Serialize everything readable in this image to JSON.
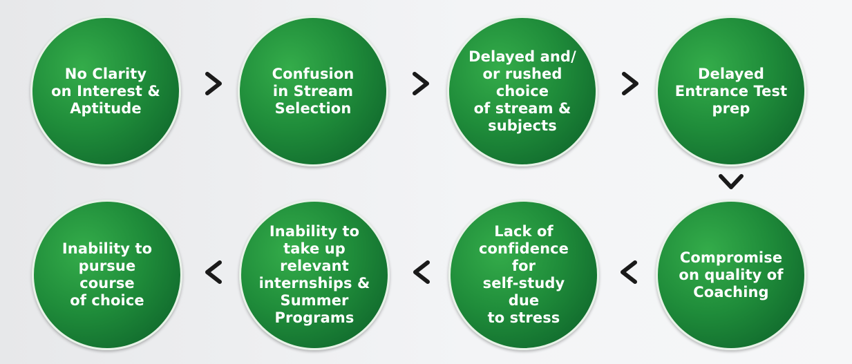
{
  "diagram": {
    "nodes": [
      {
        "label": "No Clarity\non Interest &\nAptitude"
      },
      {
        "label": "Confusion\nin Stream\nSelection"
      },
      {
        "label": "Delayed and/\nor rushed choice\nof stream &\nsubjects"
      },
      {
        "label": "Delayed\nEntrance Test\nprep"
      },
      {
        "label": "Compromise\non quality of\nCoaching"
      },
      {
        "label": "Lack of\nconfidence for\nself-study due\nto stress"
      },
      {
        "label": "Inability to\ntake up relevant\ninternships &\nSummer\nPrograms"
      },
      {
        "label": "Inability to\npursue course\nof choice"
      }
    ],
    "colors": {
      "node_fill": "#1f8c3a",
      "node_text": "#ffffff",
      "arrow": "#1a1a1a",
      "background": "#f2f3f5"
    },
    "icons": {
      "right": "chevron-right-icon",
      "down": "chevron-down-icon",
      "left": "chevron-left-icon"
    }
  }
}
